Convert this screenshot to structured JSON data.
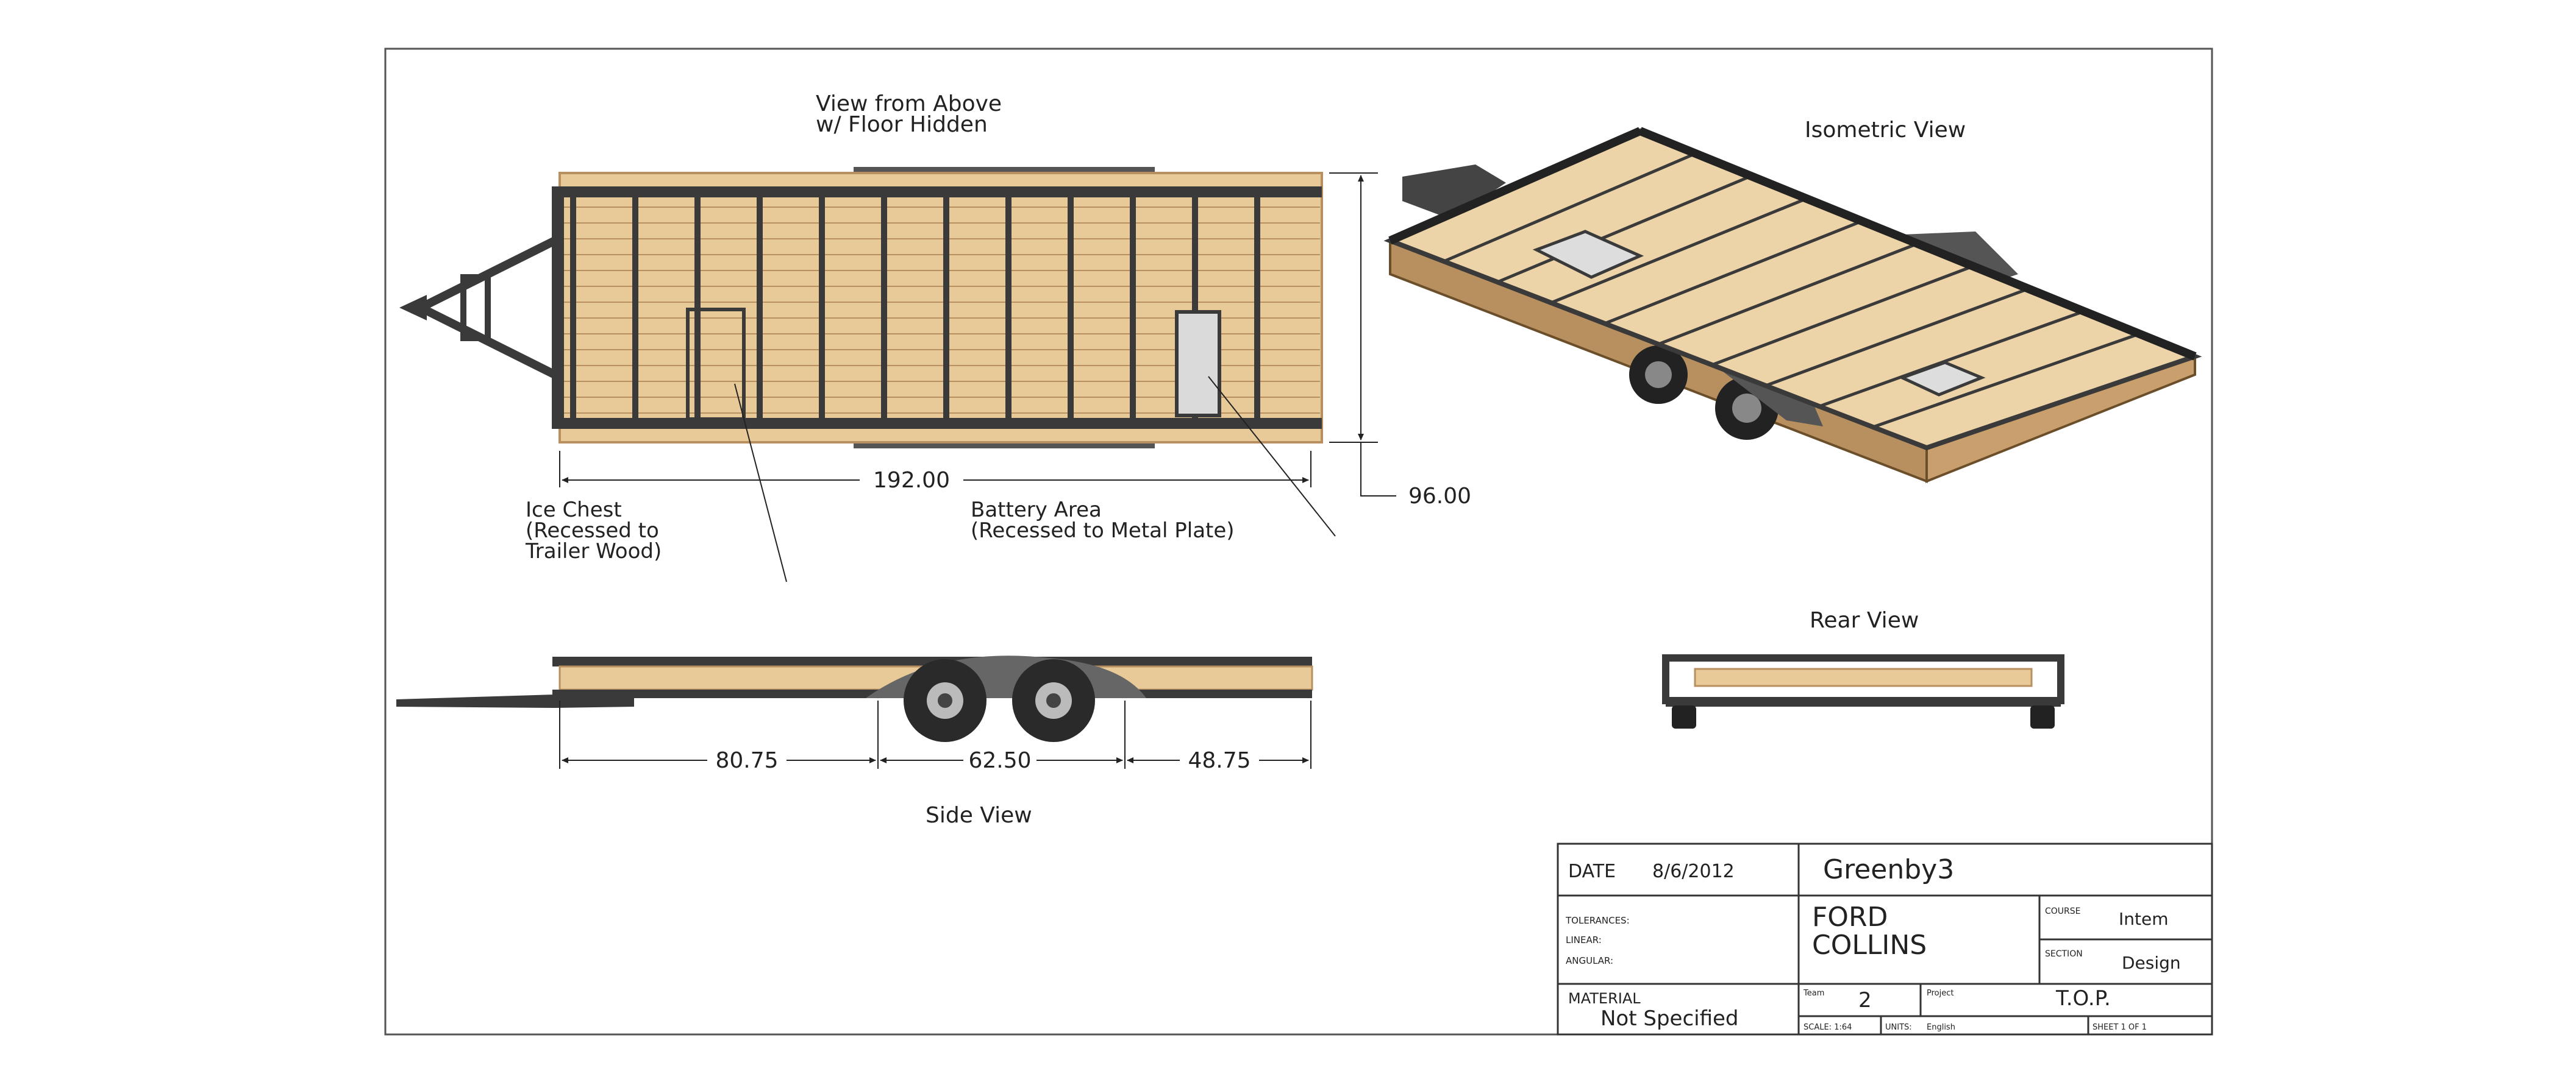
{
  "views": {
    "top_title_1": "View from Above",
    "top_title_2": "w/ Floor Hidden",
    "iso_title": "Isometric View",
    "rear_title": "Rear View",
    "side_title": "Side View"
  },
  "dimensions": {
    "length": "192.00",
    "width": "96.00",
    "seg1": "80.75",
    "seg2": "62.50",
    "seg3": "48.75"
  },
  "callouts": {
    "ice_1": "Ice Chest",
    "ice_2": "(Recessed to",
    "ice_3": "Trailer Wood)",
    "bat_1": "Battery Area",
    "bat_2": "(Recessed to Metal Plate)"
  },
  "title_block": {
    "date_label": "DATE",
    "date_value": "8/6/2012",
    "drawing_name": "Greenby3",
    "tolerances_label": "TOLERANCES:",
    "linear_label": "LINEAR:",
    "angular_label": "ANGULAR:",
    "company_1": "FORD",
    "company_2": "COLLINS",
    "course_label": "COURSE",
    "course_value": "Intem",
    "section_label": "SECTION",
    "section_value": "Design",
    "material_label": "MATERIAL",
    "material_value": "Not Specified",
    "team_label": "Team",
    "team_value": "2",
    "project_label": "Project",
    "project_value": "T.O.P.",
    "scale_label": "SCALE: 1:64",
    "units_label": "UNITS:",
    "units_value": "English",
    "sheet_label": "SHEET 1 OF 1"
  },
  "colors": {
    "wood": "#e8c998",
    "wood_dark": "#b89060",
    "steel": "#3a3a3a",
    "line": "#222222"
  }
}
